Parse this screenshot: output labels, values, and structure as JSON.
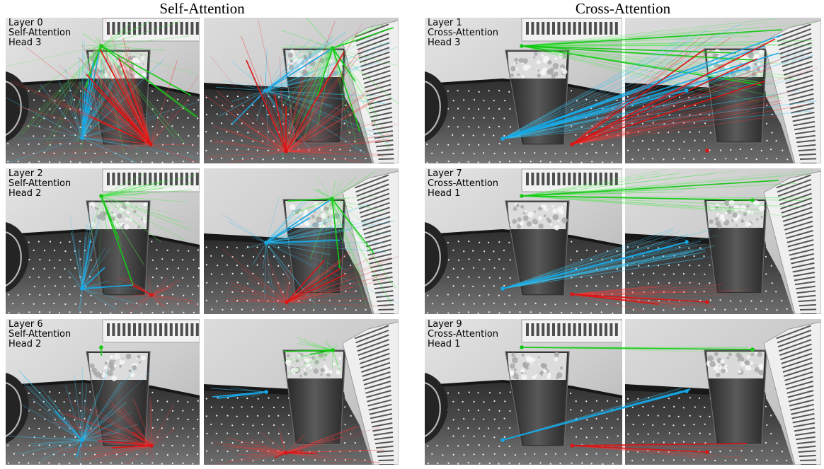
{
  "figure": {
    "self_attention_title": "Self-Attention",
    "cross_attention_title": "Cross-Attention"
  },
  "panels": {
    "self": [
      {
        "layer": "Layer 0",
        "type": "Self-Attention",
        "head": "Head 3"
      },
      {
        "layer": "Layer 2",
        "type": "Self-Attention",
        "head": "Head 2"
      },
      {
        "layer": "Layer 6",
        "type": "Self-Attention",
        "head": "Head 2"
      }
    ],
    "cross": [
      {
        "layer": "Layer 1",
        "type": "Cross-Attention",
        "head": "Head 3"
      },
      {
        "layer": "Layer 7",
        "type": "Cross-Attention",
        "head": "Head 1"
      },
      {
        "layer": "Layer 9",
        "type": "Cross-Attention",
        "head": "Head 1"
      }
    ]
  },
  "colors": {
    "green": "#3ae83a",
    "green_strong": "#14c814",
    "blue": "#38c4f4",
    "blue_strong": "#16a8e6",
    "red": "#f23a3a",
    "red_strong": "#dc1414"
  }
}
